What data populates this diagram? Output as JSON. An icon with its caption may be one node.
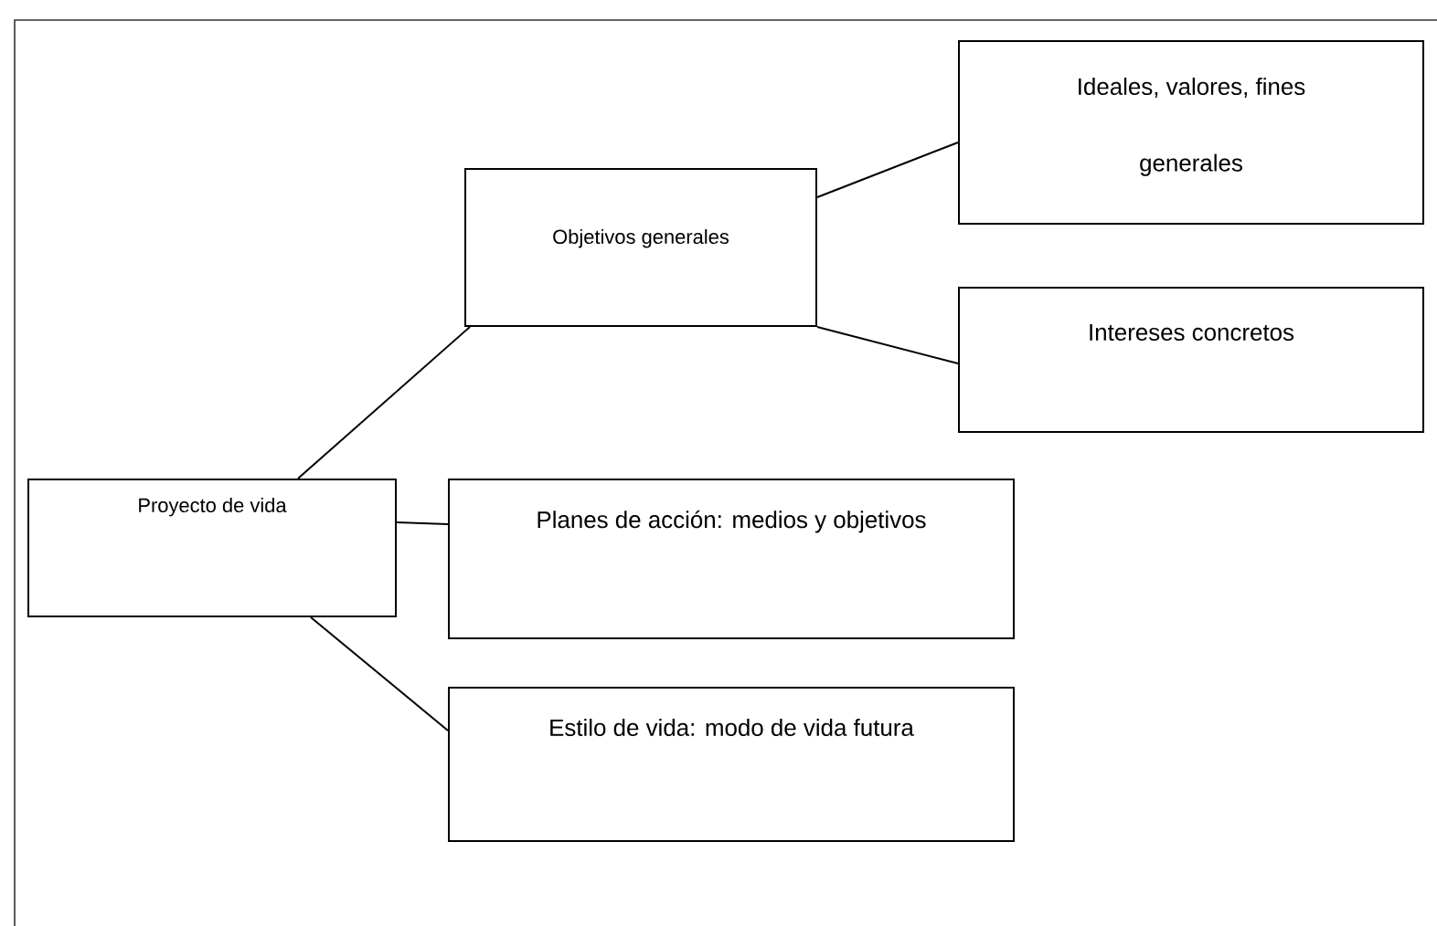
{
  "diagram": {
    "nodes": [
      {
        "text": [
          "Proyecto de vida"
        ]
      },
      {
        "text": [
          "Objetivos generales"
        ]
      },
      {
        "text": [
          "Ideales, valores, fines generales"
        ]
      },
      {
        "text": [
          "Intereses concretos"
        ]
      },
      {
        "text": [
          "Planes de acción: medios y objetivos"
        ]
      },
      {
        "text": [
          "Estilo de vida: modo de vida futura"
        ]
      }
    ],
    "edges": [
      {
        "from": 0,
        "to": 1,
        "arrow": "none"
      },
      {
        "from": 1,
        "to": 2,
        "arrow": "none"
      },
      {
        "from": 1,
        "to": 3,
        "arrow": "none"
      },
      {
        "from": 0,
        "to": 4,
        "arrow": "none"
      },
      {
        "from": 0,
        "to": 5,
        "arrow": "none"
      }
    ]
  }
}
